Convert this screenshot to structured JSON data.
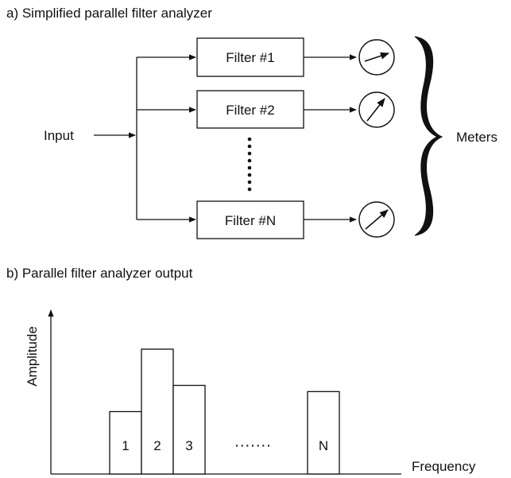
{
  "section_a": {
    "title": "a) Simplified parallel filter analyzer",
    "input_label": "Input",
    "filters": [
      {
        "label": "Filter #1"
      },
      {
        "label": "Filter #2"
      },
      {
        "label": "Filter #N"
      }
    ],
    "meters_label": "Meters"
  },
  "section_b": {
    "title": "b) Parallel filter analyzer output",
    "ylabel": "Amplitude",
    "xlabel": "Frequency",
    "bar_labels": [
      "1",
      "2",
      "3",
      "N"
    ],
    "ellipsis": "·······"
  },
  "chart_data": {
    "type": "bar",
    "categories": [
      "1",
      "2",
      "3",
      "N"
    ],
    "values": [
      0.5,
      1.0,
      0.71,
      0.66
    ],
    "xlabel": "Frequency",
    "ylabel": "Amplitude",
    "ylim": [
      0,
      1.0
    ]
  }
}
